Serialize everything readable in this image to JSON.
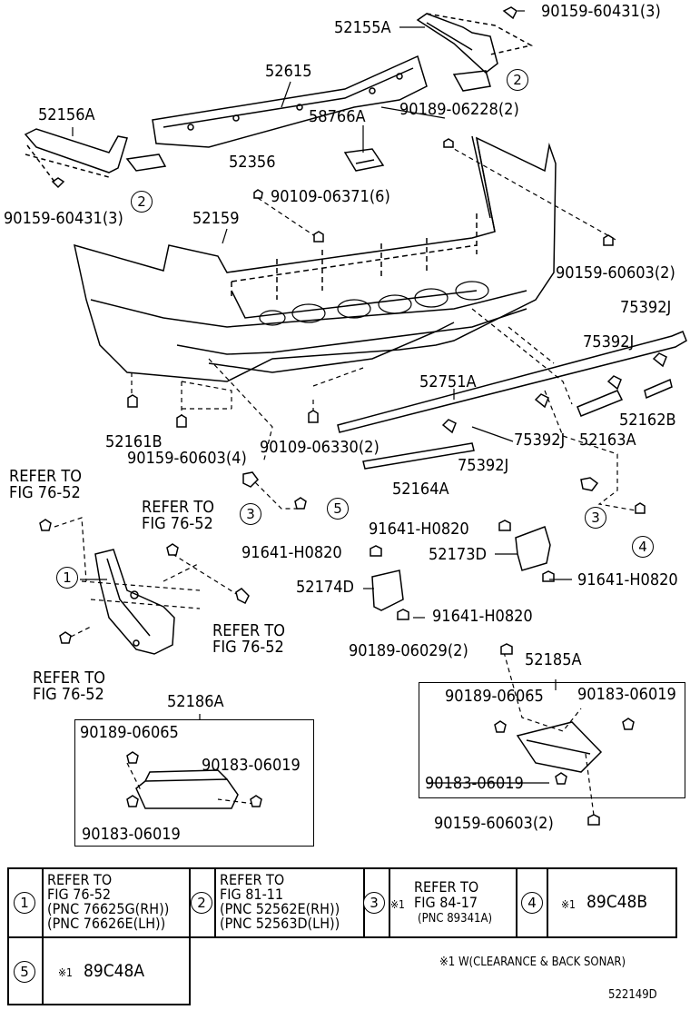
{
  "diagram": {
    "part_labels": {
      "p52155A": "52155A",
      "p90159_60431_3_top": "90159-60431(3)",
      "p52615": "52615",
      "p52156A": "52156A",
      "p58766A": "58766A",
      "p90189_06228_2": "90189-06228(2)",
      "p52356": "52356",
      "p90109_06371_6": "90109-06371(6)",
      "p90159_60431_3_left": "90159-60431(3)",
      "p52159": "52159",
      "p90159_60603_2_right": "90159-60603(2)",
      "p75392J_a": "75392J",
      "p75392J_b": "75392J",
      "p52751A": "52751A",
      "p52162B": "52162B",
      "p52161B": "52161B",
      "p90109_06330_2": "90109-06330(2)",
      "p75392J_c": "75392J",
      "p52163A": "52163A",
      "p90159_60603_4": "90159-60603(4)",
      "p75392J_d": "75392J",
      "p52164A": "52164A",
      "refer_fig7652_a_l1": "REFER TO",
      "refer_fig7652_a_l2": "FIG 76-52",
      "refer_fig7652_b_l1": "REFER TO",
      "refer_fig7652_b_l2": "FIG 76-52",
      "refer_fig7652_c_l1": "REFER TO",
      "refer_fig7652_c_l2": "FIG 76-52",
      "refer_fig7652_d_l1": "REFER TO",
      "refer_fig7652_d_l2": "FIG 76-52",
      "p91641_H0820_a": "91641-H0820",
      "p91641_H0820_b": "91641-H0820",
      "p52173D": "52173D",
      "p91641_H0820_c": "91641-H0820",
      "p52174D": "52174D",
      "p91641_H0820_d": "91641-H0820",
      "p90189_06029_2": "90189-06029(2)",
      "p52185A": "52185A",
      "p90189_06065_r": "90189-06065",
      "p90183_06019_r1": "90183-06019",
      "p90183_06019_r2": "90183-06019",
      "p90159_60603_2_bottom": "90159-60603(2)",
      "p52186A": "52186A",
      "p90189_06065_l": "90189-06065",
      "p90183_06019_l1": "90183-06019",
      "p90183_06019_l2": "90183-06019"
    },
    "callouts": {
      "c1": "1",
      "c2": "2",
      "c3": "3",
      "c4": "4",
      "c5": "5"
    }
  },
  "legend": {
    "cell1": {
      "num": "1",
      "lines": [
        "REFER TO",
        "FIG 76-52",
        "(PNC 76625G(RH))",
        "(PNC 76626E(LH))"
      ]
    },
    "cell2": {
      "num": "2",
      "lines": [
        "REFER TO",
        "FIG 81-11",
        "(PNC 52562E(RH))",
        "(PNC 52563D(LH))"
      ]
    },
    "cell3": {
      "num": "3",
      "mark": "※1",
      "lines": [
        "REFER TO",
        "FIG 84-17",
        "(PNC 89341A)"
      ]
    },
    "cell4": {
      "num": "4",
      "mark": "※1",
      "code": "89C48B"
    },
    "cell5": {
      "num": "5",
      "mark": "※1",
      "code": "89C48A"
    },
    "footnote": "※1 W(CLEARANCE & BACK SONAR)",
    "figure_id": "522149D"
  }
}
